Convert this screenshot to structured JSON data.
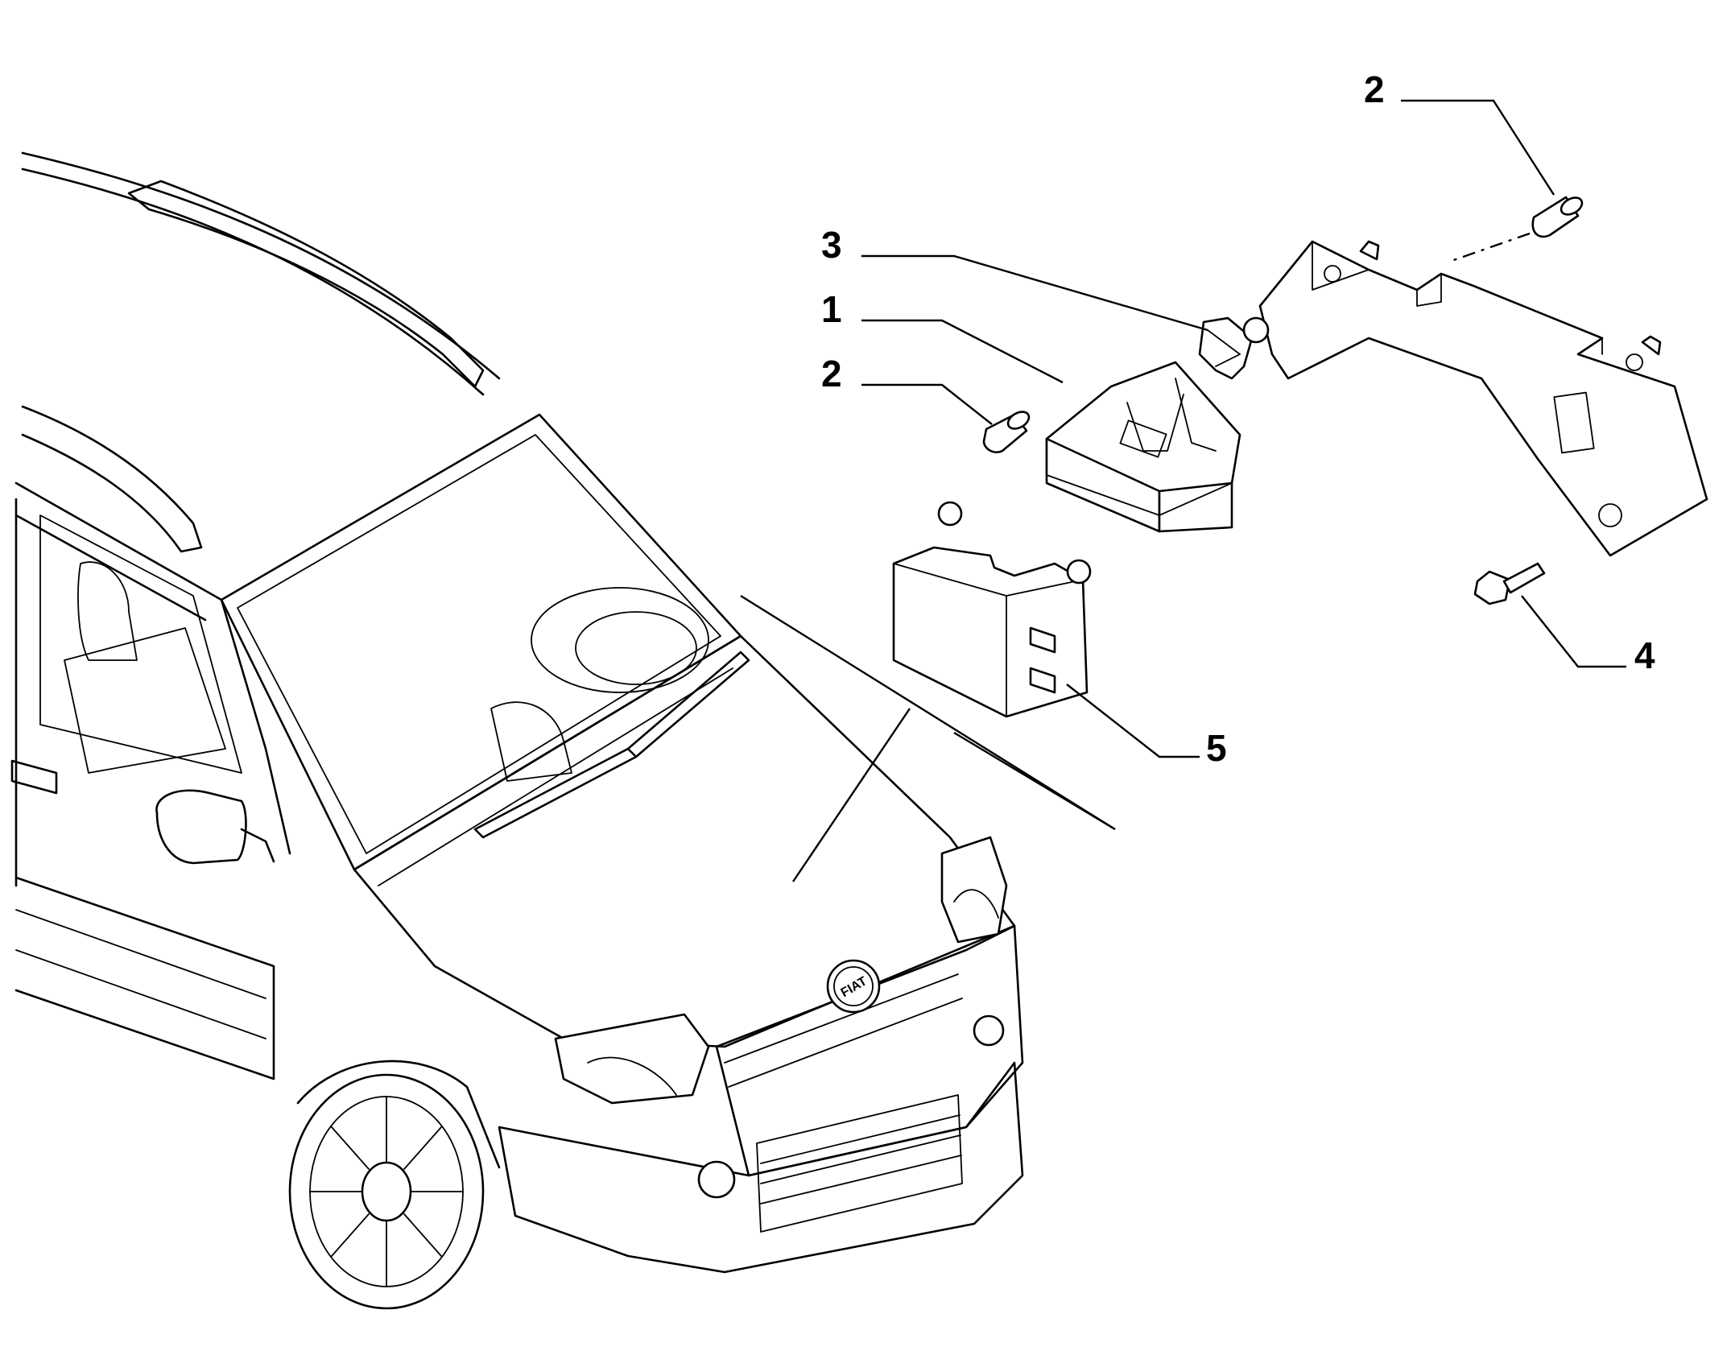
{
  "diagram": {
    "callouts": [
      {
        "id": "c1",
        "label": "1"
      },
      {
        "id": "c2a",
        "label": "2"
      },
      {
        "id": "c2b",
        "label": "2"
      },
      {
        "id": "c3",
        "label": "3"
      },
      {
        "id": "c4",
        "label": "4"
      },
      {
        "id": "c5",
        "label": "5"
      }
    ],
    "badge_text": "FIAT",
    "colors": {
      "line": "#000000",
      "background": "#ffffff"
    }
  }
}
